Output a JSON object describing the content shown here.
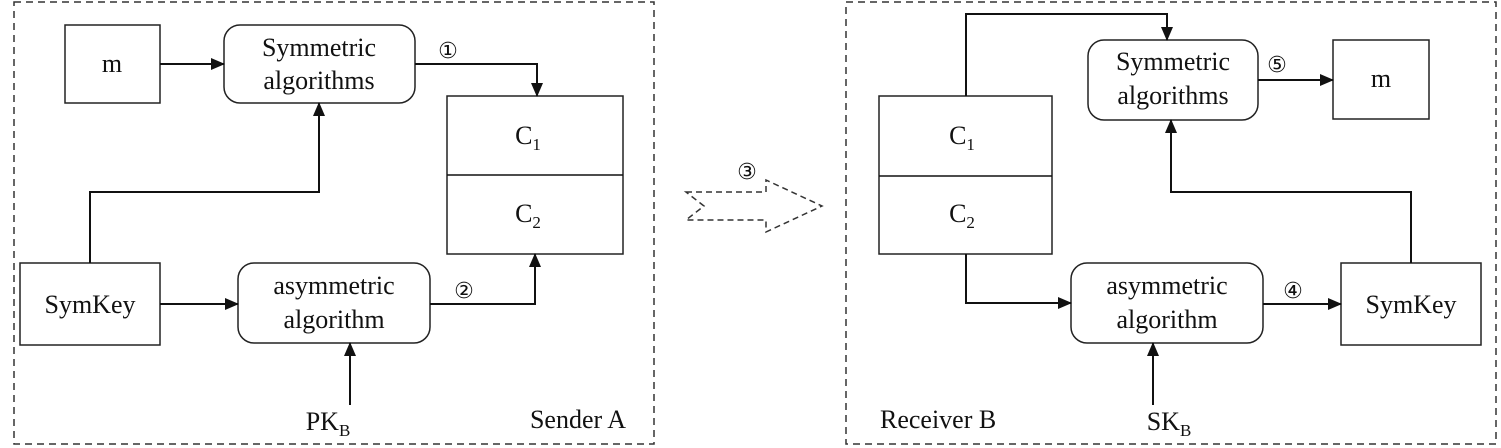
{
  "sender": {
    "label": "Sender A",
    "message": "m",
    "sym_alg_line1": "Symmetric",
    "sym_alg_line2": "algorithms",
    "symkey": "SymKey",
    "asym_alg_line1": "asymmetric",
    "asym_alg_line2": "algorithm",
    "c1": "C",
    "c1_sub": "1",
    "c2": "C",
    "c2_sub": "2",
    "key": "PK",
    "key_sub": "B"
  },
  "receiver": {
    "label": "Receiver B",
    "message": "m",
    "sym_alg_line1": "Symmetric",
    "sym_alg_line2": "algorithms",
    "symkey": "SymKey",
    "asym_alg_line1": "asymmetric",
    "asym_alg_line2": "algorithm",
    "c1": "C",
    "c1_sub": "1",
    "c2": "C",
    "c2_sub": "2",
    "key": "SK",
    "key_sub": "B"
  },
  "steps": [
    "①",
    "②",
    "③",
    "④",
    "⑤"
  ]
}
